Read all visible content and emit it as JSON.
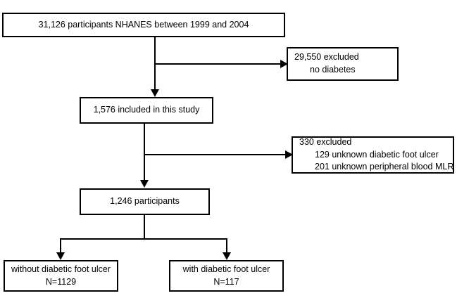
{
  "diagram": {
    "title": "NHANES participant selection flowchart",
    "type": "flowchart",
    "stroke_color": "#000000",
    "background_color": "#ffffff",
    "nodes": [
      {
        "id": "source",
        "kind": "population-box",
        "lines": [
          "31,126 participants NHANES between 1999 and 2004"
        ]
      },
      {
        "id": "excluded-no-diabetes",
        "kind": "exclusion-box",
        "lines": [
          "29,550 excluded",
          "no diabetes"
        ]
      },
      {
        "id": "included",
        "kind": "population-box",
        "lines": [
          "1,576 included in this study"
        ]
      },
      {
        "id": "excluded-unknown",
        "kind": "exclusion-box",
        "lines": [
          "330 excluded",
          "129 unknown diabetic foot ulcer",
          "201 unknown peripheral blood MLR"
        ]
      },
      {
        "id": "analyzed",
        "kind": "population-box",
        "lines": [
          "1,246 participants"
        ]
      },
      {
        "id": "group-without",
        "kind": "group-box",
        "lines": [
          "without diabetic foot ulcer",
          "N=1129"
        ]
      },
      {
        "id": "group-with",
        "kind": "group-box",
        "lines": [
          "with diabetic foot ulcer",
          "N=117"
        ]
      }
    ],
    "connectors": [
      {
        "id": "source-to-included",
        "shape": "vertical-arrow"
      },
      {
        "id": "source-to-excluded-no-diabetes",
        "shape": "elbow-right-arrow"
      },
      {
        "id": "included-to-analyzed",
        "shape": "vertical-arrow"
      },
      {
        "id": "included-to-excluded-unknown",
        "shape": "elbow-right-arrow"
      },
      {
        "id": "analyzed-split",
        "shape": "tee-split-two-arrows"
      }
    ]
  }
}
